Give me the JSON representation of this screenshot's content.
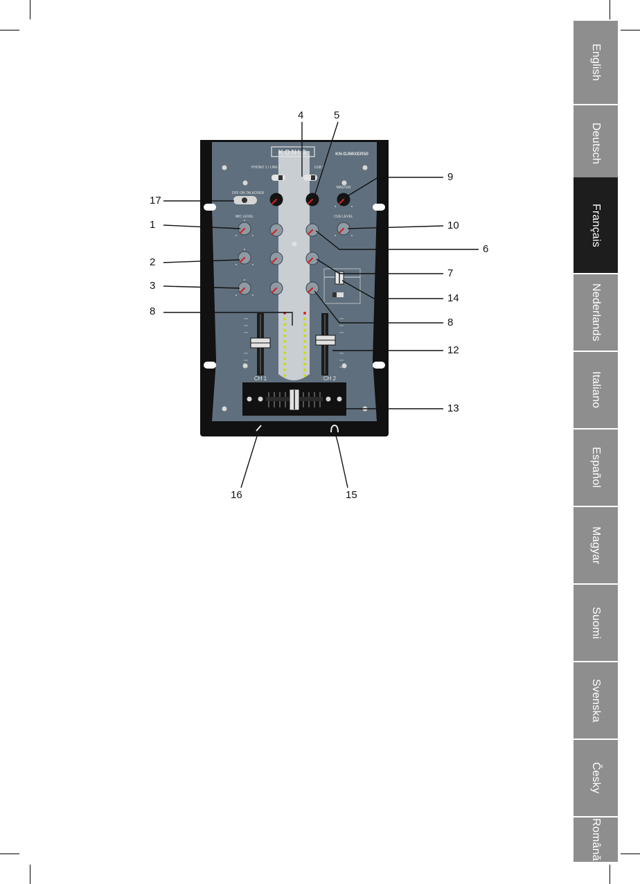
{
  "language_tabs": [
    {
      "label": "English",
      "active": false
    },
    {
      "label": "Deutsch",
      "active": false
    },
    {
      "label": "Français",
      "active": true
    },
    {
      "label": "Nederlands",
      "active": false
    },
    {
      "label": "Italiano",
      "active": false
    },
    {
      "label": "Español",
      "active": false
    },
    {
      "label": "Magyar",
      "active": false
    },
    {
      "label": "Suomi",
      "active": false
    },
    {
      "label": "Svenska",
      "active": false
    },
    {
      "label": "Česky",
      "active": false
    },
    {
      "label": "Română",
      "active": false
    }
  ],
  "panel": {
    "brand": "KONIG",
    "model": "KN-DJMIXER50",
    "input_ch1": "PHONO 1 / LINE 1",
    "input_ch2": "USB 2",
    "talkover": "OFF  ON  TALKOVER",
    "mic_level": "MIC LEVEL",
    "master": "MASTER",
    "cue_level": "CUE LEVEL",
    "ch1_label": "CH 1",
    "ch2_label": "CH 2"
  },
  "callouts": {
    "n1": "1",
    "n2": "2",
    "n3": "3",
    "n4": "4",
    "n5": "5",
    "n6": "6",
    "n7": "7",
    "n8a": "8",
    "n8b": "8",
    "n9": "9",
    "n10": "10",
    "n12": "12",
    "n13": "13",
    "n14": "14",
    "n15": "15",
    "n16": "16",
    "n17": "17"
  },
  "colors": {
    "tab_gray": "#8e8e8e",
    "tab_active": "#1d1d1d",
    "panel_face": "#5f6f7d",
    "panel_frame": "#111111",
    "meter_green": "#c8e000",
    "meter_red": "#e02020",
    "knob_pointer": "#d42020"
  }
}
